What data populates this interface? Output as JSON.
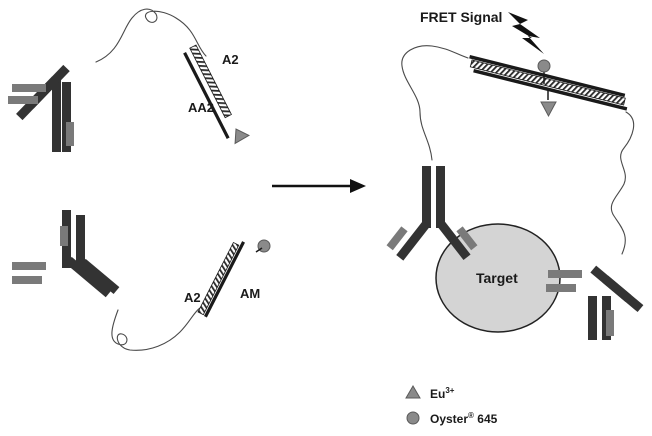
{
  "labels": {
    "top_left_strand_a": "A2",
    "top_left_strand_b": "AA2",
    "bottom_left_strand_a": "A2",
    "bottom_left_strand_b": "AM",
    "fret_signal": "FRET Signal",
    "target": "Target"
  },
  "legend": {
    "items": [
      {
        "symbol": "triangle",
        "name": "Eu",
        "superscript": "3+"
      },
      {
        "symbol": "circle",
        "name": "Oyster",
        "superscript": "®",
        "suffix": " 645"
      }
    ]
  },
  "colors": {
    "antibody_heavy": "#333333",
    "antibody_light": "#7a7a7a",
    "target_fill": "#d4d4d4",
    "marker_fill": "#8a8a8a",
    "tether": "#4a4a4a"
  }
}
